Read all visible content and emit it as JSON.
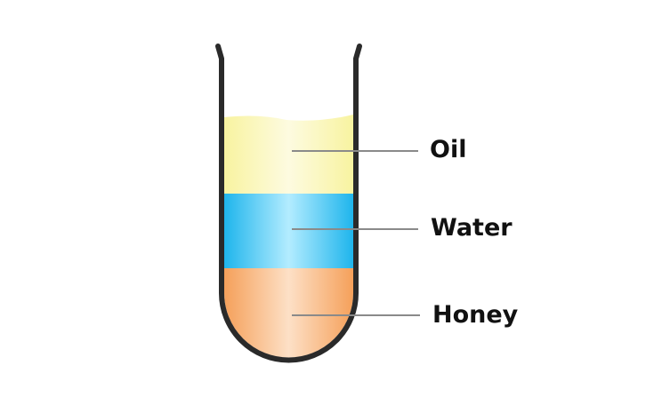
{
  "diagram": {
    "layers": [
      {
        "label": "Oil",
        "color": "#f8f3a0",
        "highlight": "#fdfbe0"
      },
      {
        "label": "Water",
        "color": "#1fb5ec",
        "highlight": "#b3ecff"
      },
      {
        "label": "Honey",
        "color": "#f5a05a",
        "highlight": "#fde0c6"
      }
    ],
    "tube_color": "#2a2a2a",
    "pointer_color": "#8a8a8a"
  }
}
